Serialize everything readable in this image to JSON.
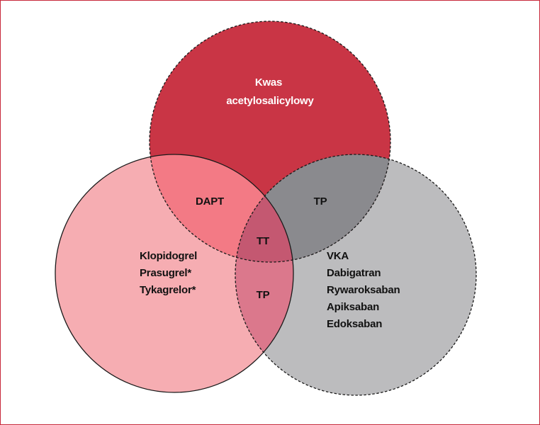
{
  "colors": {
    "frame_border": "#c8283a",
    "top_fill": "#c93545",
    "left_fill": "#f6adb2",
    "right_fill": "#bcbcbe",
    "top_left_overlap": "#f37a85",
    "top_right_overlap": "#8a8a8e",
    "left_right_overlap": "#db788c",
    "center_overlap": "#c45871",
    "top_text": "#ffffff",
    "dark_text": "#111111"
  },
  "circles": {
    "top": {
      "lines": [
        "Kwas",
        "acetylosalicylowy"
      ]
    },
    "left": {
      "lines": [
        "Klopidogrel",
        "Prasugrel*",
        "Tykagrelor*"
      ]
    },
    "right": {
      "lines": [
        "VKA",
        "Dabigatran",
        "Rywaroksaban",
        "Apiksaban",
        "Edoksaban"
      ]
    }
  },
  "overlaps": {
    "top_left": "DAPT",
    "top_right": "TP",
    "left_right": "TP",
    "center": "TT"
  }
}
